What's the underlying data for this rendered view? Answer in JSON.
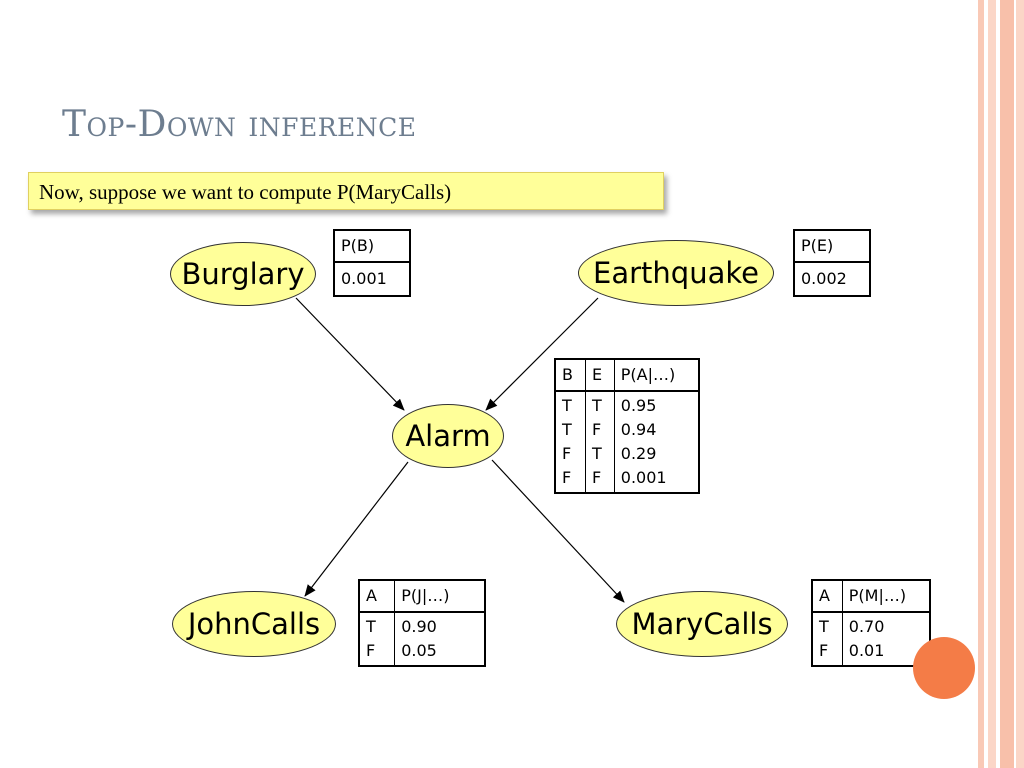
{
  "slide": {
    "title": "Top-Down inference",
    "callout": "Now, suppose we want to compute P(MaryCalls)"
  },
  "nodes": {
    "burglary": "Burglary",
    "earthquake": "Earthquake",
    "alarm": "Alarm",
    "johncalls": "JohnCalls",
    "marycalls": "MaryCalls"
  },
  "tables": {
    "pb": {
      "header": "P(B)",
      "value": "0.001"
    },
    "pe": {
      "header": "P(E)",
      "value": "0.002"
    },
    "pa": {
      "headers": [
        "B",
        "E",
        "P(A|…)"
      ],
      "b": [
        "T",
        "T",
        "F",
        "F"
      ],
      "e": [
        "T",
        "F",
        "T",
        "F"
      ],
      "p": [
        "0.95",
        "0.94",
        "0.29",
        "0.001"
      ]
    },
    "pj": {
      "headers": [
        "A",
        "P(J|…)"
      ],
      "a": [
        "T",
        "F"
      ],
      "p": [
        "0.90",
        "0.05"
      ]
    },
    "pm": {
      "headers": [
        "A",
        "P(M|…)"
      ],
      "a": [
        "T",
        "F"
      ],
      "p": [
        "0.70",
        "0.01"
      ]
    }
  },
  "colors": {
    "node_fill": "#ffff99",
    "title": "#6d7d8f",
    "accent_dot": "#f47c47",
    "stripes": "#f9c9b6"
  }
}
